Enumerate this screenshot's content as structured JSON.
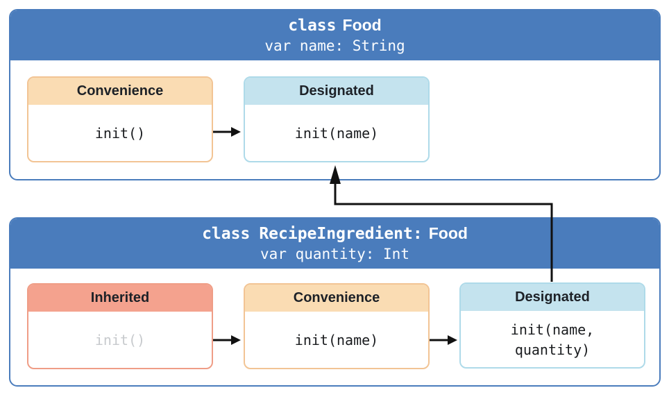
{
  "diagram": {
    "description": "Swift initializer delegation diagram with two class containers",
    "colors": {
      "container_blue": "#4a7cbc",
      "box_header_peach": "#fadcb3",
      "box_border_peach": "#f2c494",
      "box_header_blue": "#c4e3ee",
      "box_border_blue": "#aedae9",
      "box_header_salmon": "#f4a28e",
      "box_border_salmon": "#ef9d86",
      "inherited_code_gray": "#c7cacd",
      "arrow_black": "#111111",
      "header_text": "#ffffff",
      "code_text": "#1a1c1f"
    }
  },
  "food_class": {
    "keyword": "class",
    "name": "Food",
    "property": "var name: String",
    "boxes": {
      "convenience": {
        "label": "Convenience",
        "code": "init()"
      },
      "designated": {
        "label": "Designated",
        "code": "init(name)"
      }
    }
  },
  "recipe_class": {
    "keyword": "class",
    "name": "RecipeIngredient:",
    "superclass": "Food",
    "property": "var quantity: Int",
    "boxes": {
      "inherited": {
        "label": "Inherited",
        "code": "init()"
      },
      "convenience": {
        "label": "Convenience",
        "code": "init(name)"
      },
      "designated": {
        "label": "Designated",
        "code_lines": [
          "init(name,",
          "quantity)"
        ]
      }
    }
  },
  "connections": [
    {
      "from": "food-convenience-init",
      "to": "food-designated-init",
      "type": "delegates-across"
    },
    {
      "from": "recipe-inherited-init",
      "to": "recipe-convenience-init",
      "type": "delegates-across"
    },
    {
      "from": "recipe-convenience-init",
      "to": "recipe-designated-init",
      "type": "delegates-across"
    },
    {
      "from": "recipe-designated-init",
      "to": "food-designated-init",
      "type": "delegates-up-to-superclass"
    }
  ]
}
